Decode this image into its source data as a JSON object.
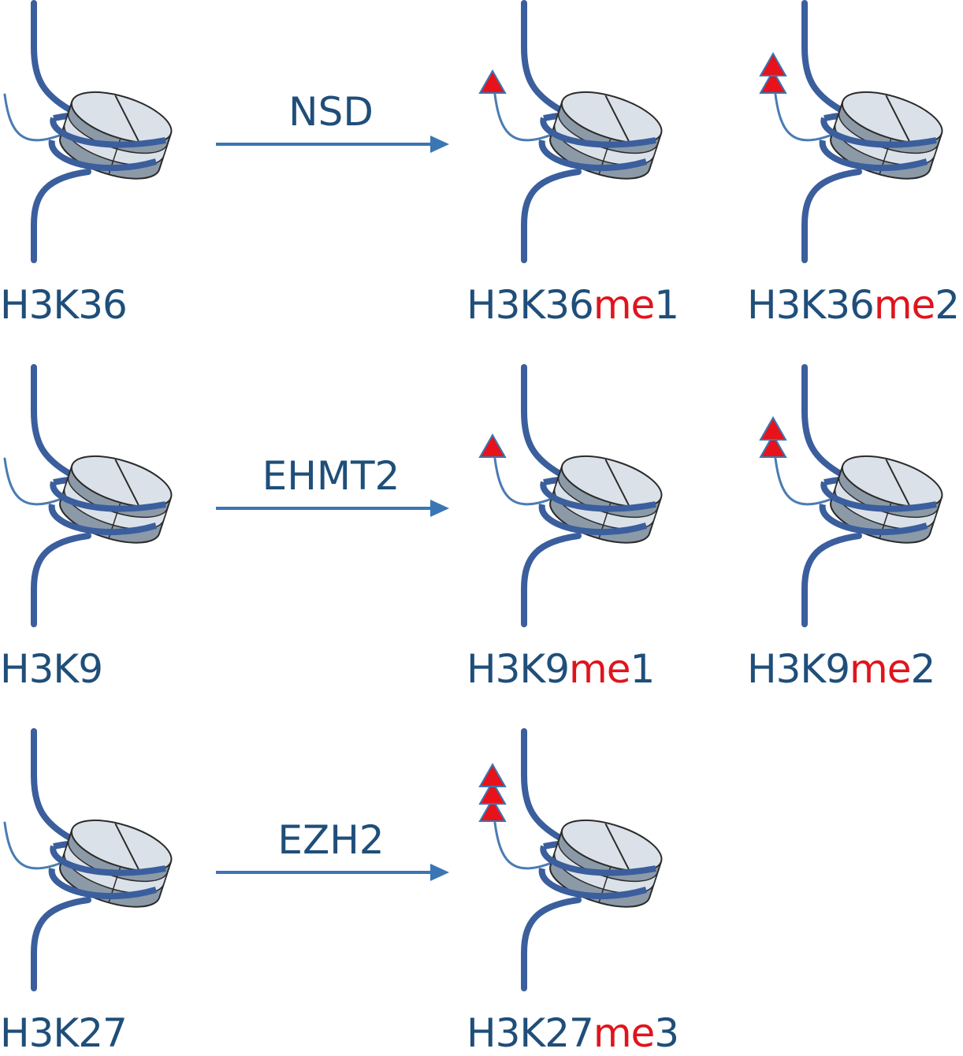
{
  "colors": {
    "dna": "#3b5e9d",
    "tail": "#4a7cb3",
    "arrow": "#3a76b4",
    "label_text": "#1f4e79",
    "mod_text": "#e0141c",
    "mark_fill": "#e8121a",
    "mark_stroke": "#3a76b4",
    "histone_light": "#dbe1e8",
    "histone_dark": "#8c9aa8",
    "histone_stroke": "#2b2b2b"
  },
  "rows": [
    {
      "enzyme": "NSD",
      "states": [
        {
          "base": "H3K36",
          "mod": "",
          "suffix": "",
          "marks": 0
        },
        {
          "base": "H3K36",
          "mod": "me",
          "suffix": "1",
          "marks": 1
        },
        {
          "base": "H3K36",
          "mod": "me",
          "suffix": "2",
          "marks": 2
        }
      ]
    },
    {
      "enzyme": "EHMT2",
      "states": [
        {
          "base": "H3K9",
          "mod": "",
          "suffix": "",
          "marks": 0
        },
        {
          "base": "H3K9",
          "mod": "me",
          "suffix": "1",
          "marks": 1
        },
        {
          "base": "H3K9",
          "mod": "me",
          "suffix": "2",
          "marks": 2
        }
      ]
    },
    {
      "enzyme": "EZH2",
      "states": [
        {
          "base": "H3K27",
          "mod": "",
          "suffix": "",
          "marks": 0
        },
        {
          "base": "H3K27",
          "mod": "me",
          "suffix": "3",
          "marks": 3
        }
      ]
    }
  ]
}
